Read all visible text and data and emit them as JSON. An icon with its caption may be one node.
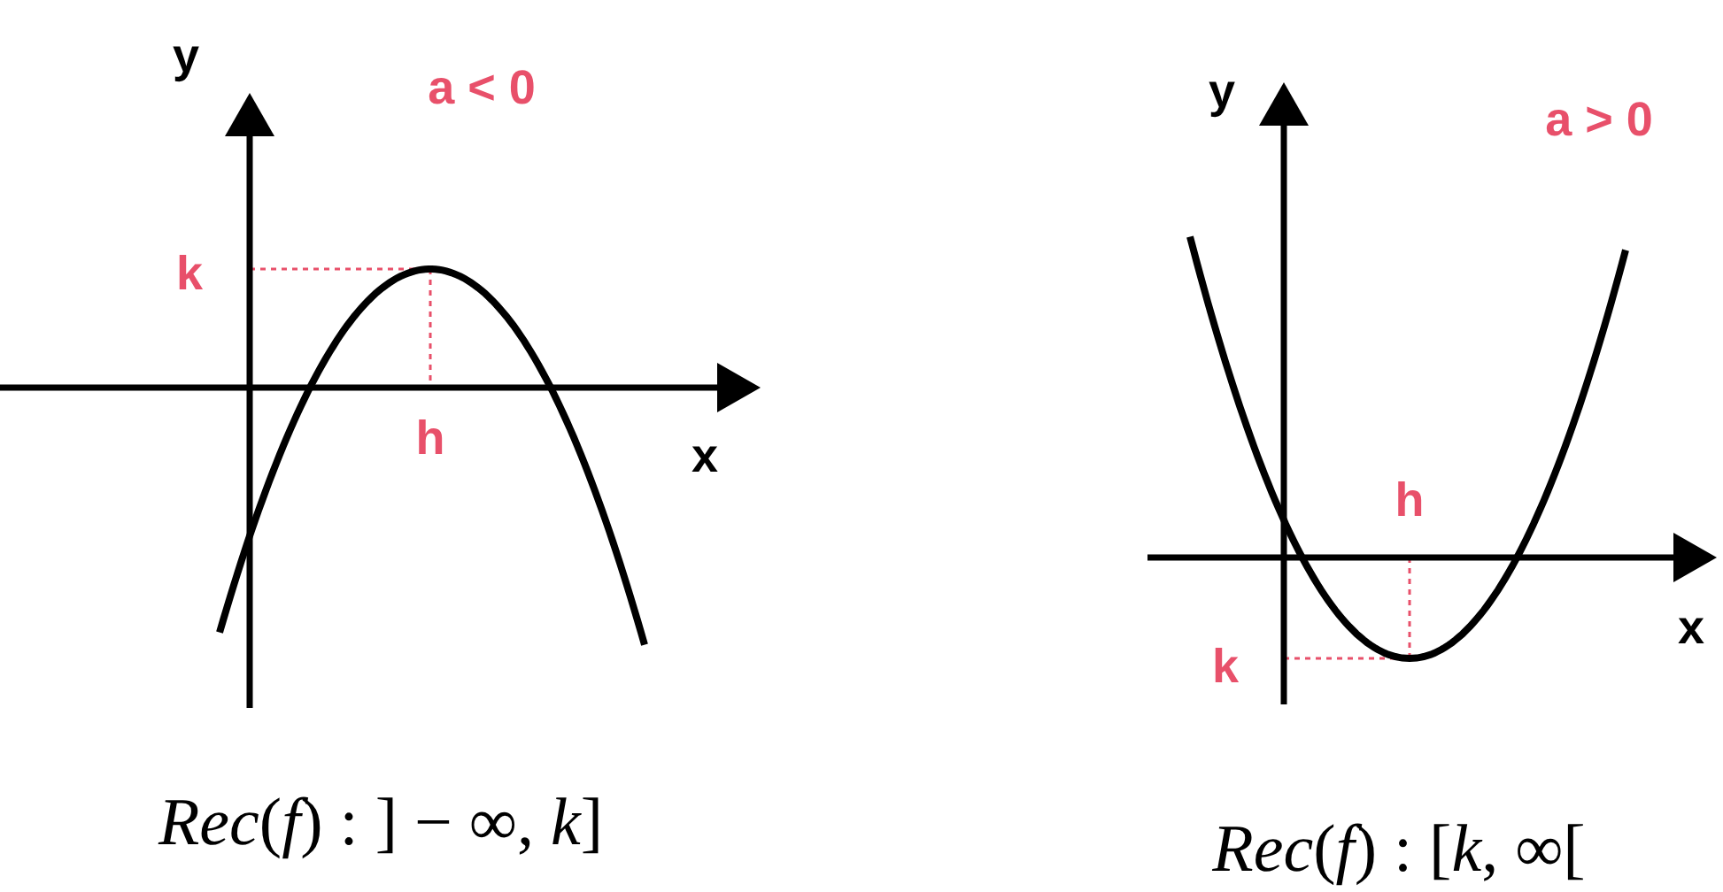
{
  "diagram": {
    "labels": [
      "y",
      "a < 0",
      "k",
      "h",
      "x",
      "*Rec*(*f*) :  ] − ∞, *k*]",
      "y",
      "a > 0",
      "h",
      "x",
      "k",
      "*Rec*(*f*) :  [*k*, ∞["
    ]
  }
}
